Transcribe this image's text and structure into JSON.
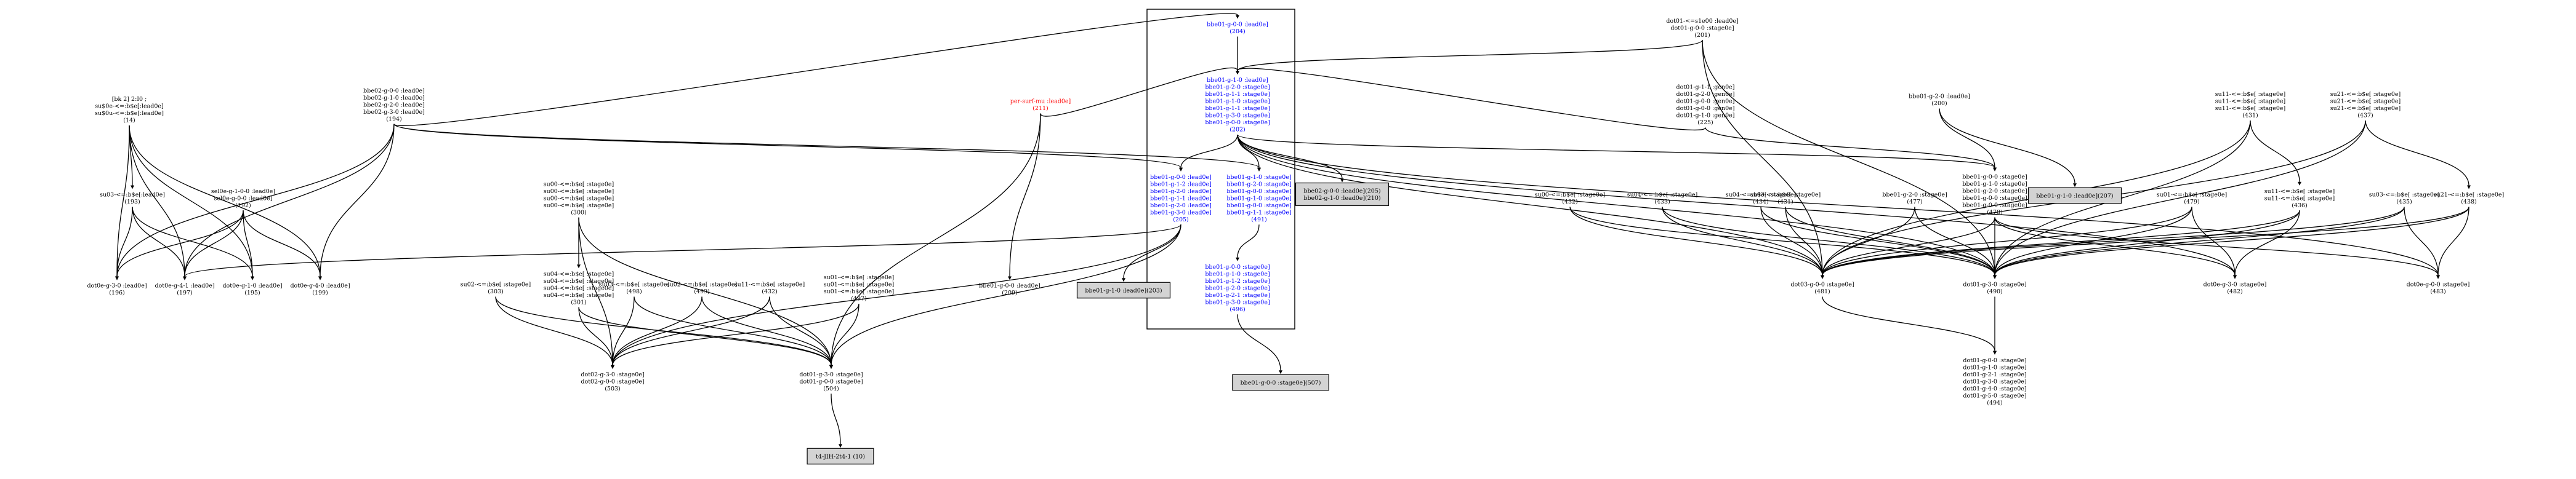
{
  "graph": {
    "colors": {
      "default": "#000000",
      "blue": "#0000ff",
      "red": "#ff0000",
      "box_fill": "#d3d3d3"
    },
    "nodes": [
      {
        "id": "n1",
        "color": "default",
        "lines": [
          "[bk 2] 2:I0 ;",
          "su$0e-<=:b$e[:lead0e]",
          "su$0u-<=:b$e[:lead0e]",
          "(14)"
        ]
      },
      {
        "id": "n2",
        "color": "default",
        "lines": [
          "su03-<=:b$e[:lead0e]",
          "(193)"
        ]
      },
      {
        "id": "n3",
        "color": "default",
        "lines": [
          "sel0e-g-1-0-0 :lead0e]",
          "sel0e-g-0-0 :lead0e]",
          "(192)"
        ]
      },
      {
        "id": "n4",
        "color": "default",
        "lines": [
          "dot0e-g-3-0 :lead0e]",
          "(196)"
        ]
      },
      {
        "id": "n5",
        "color": "default",
        "lines": [
          "dot0e-g-4-1 :lead0e]",
          "(197)"
        ]
      },
      {
        "id": "n6",
        "color": "default",
        "lines": [
          "dot0e-g-1-0 :lead0e]",
          "(195)"
        ]
      },
      {
        "id": "n7",
        "color": "default",
        "lines": [
          "dot0e-g-4-0 :lead0e]",
          "(199)"
        ]
      },
      {
        "id": "n8",
        "color": "default",
        "lines": [
          "bbe02-g-0-0 :lead0e]",
          "bbe02-g-1-0 :lead0e]",
          "bbe02-g-2-0 :lead0e]",
          "bbe02-g-3-0 :lead0e]",
          "(194)"
        ]
      },
      {
        "id": "n9",
        "color": "red",
        "lines": [
          "per-surf-mu :lead0e]",
          "(211)"
        ]
      },
      {
        "id": "n10",
        "color": "default",
        "lines": [
          "su00-<=:b$e[ :stage0e]",
          "su00-<=:b$e[ :stage0e]",
          "su00-<=:b$e[ :stage0e]",
          "su00-<=:b$e[ :stage0e]",
          "(300)"
        ]
      },
      {
        "id": "n11",
        "color": "default",
        "lines": [
          "su04-<=:b$e[ :stage0e]",
          "su04-<=:b$e[ :stage0e]",
          "su04-<=:b$e[ :stage0e]",
          "su04-<=:b$e[ :stage0e]",
          "(301)"
        ]
      },
      {
        "id": "n12",
        "color": "default",
        "lines": [
          "su02-<=:b$e[ :stage0e]",
          "(303)"
        ]
      },
      {
        "id": "n13",
        "color": "default",
        "lines": [
          "su03-<=:b$e[ :stage0e]",
          "(498)"
        ]
      },
      {
        "id": "n14",
        "color": "default",
        "lines": [
          "su02-<=:b$e[ :stage0e]",
          "(499)"
        ]
      },
      {
        "id": "n15",
        "color": "default",
        "lines": [
          "su11-<=:b$e[ :stage0e]",
          "(432)"
        ]
      },
      {
        "id": "n16",
        "color": "default",
        "lines": [
          "su01-<=:b$e[ :stage0e]",
          "su01-<=:b$e[ :stage0e]",
          "su01-<=:b$e[ :stage0e]",
          "(497)"
        ]
      },
      {
        "id": "n17",
        "color": "default",
        "lines": [
          "dot02-g-3-0 :stage0e]",
          "dot02-g-0-0 :stage0e]",
          "(503)"
        ]
      },
      {
        "id": "n18",
        "color": "default",
        "lines": [
          "dot01-g-3-0 :stage0e]",
          "dot01-g-0-0 :stage0e]",
          "(504)"
        ]
      },
      {
        "id": "n19",
        "color": "default",
        "shape": "box",
        "lines": [
          "t4-JIH-2t4-1 (10)"
        ]
      },
      {
        "id": "n20",
        "color": "blue",
        "lines": [
          "bbe01-g-0-0 :lead0e]",
          "(204)"
        ]
      },
      {
        "id": "n21",
        "color": "blue",
        "lines": [
          "bbe01-g-1-0 :lead0e]",
          "bbe01-g-2-0 :stage0e]",
          "bbe01-g-1-1 :stage0e]",
          "bbe01-g-1-0 :stage0e]",
          "bbe01-g-1-1 :stage0e]",
          "bbe01-g-3-0 :stage0e]",
          "bbe01-g-0-0 :stage0e]",
          "(202)"
        ]
      },
      {
        "id": "n22",
        "color": "blue",
        "lines": [
          "bbe01-g-0-0 :lead0e]",
          "bbe01-g-1-2 :lead0e]",
          "bbe01-g-2-0 :lead0e]",
          "bbe01-g-1-1 :lead0e]",
          "bbe01-g-2-0 :lead0e]",
          "bbe01-g-3-0 :lead0e]",
          "(205)"
        ]
      },
      {
        "id": "n23",
        "color": "blue",
        "lines": [
          "bbe01-g-1-0 :stage0e]",
          "bbe01-g-2-0 :stage0e]",
          "bbe01-g-0-0 :stage0e]",
          "bbe01-g-1-0 :stage0e]",
          "bbe01-g-0-0 :stage0e]",
          "bbe01-g-1-1 :stage0e]",
          "(491)"
        ]
      },
      {
        "id": "n24",
        "color": "blue",
        "lines": [
          "bbe01-g-0-0 :stage0e]",
          "bbe01-g-1-0 :stage0e]",
          "bbe01-g-1-2 :stage0e]",
          "bbe01-g-2-0 :stage0e]",
          "bbe01-g-2-1 :stage0e]",
          "bbe01-g-3-0 :stage0e]",
          "(496)"
        ]
      },
      {
        "id": "n25",
        "color": "default",
        "lines": [
          "bbe01-g-0-0 :lead0e]",
          "(209)"
        ]
      },
      {
        "id": "n26",
        "color": "default",
        "shape": "box",
        "lines": [
          "bbe01-g-1-0 :lead0e](203)"
        ]
      },
      {
        "id": "n27",
        "color": "default",
        "shape": "box",
        "lines": [
          "bbe02-g-0-0 :lead0e](205)",
          "bbe02-g-1-0 :lead0e](210)"
        ]
      },
      {
        "id": "n28",
        "color": "default",
        "shape": "box",
        "lines": [
          "bbe01-g-0-0 :stage0e](507)"
        ]
      },
      {
        "id": "n29",
        "color": "default",
        "lines": [
          "dot01-<=s1e00 :lead0e]",
          "dot01-g-0-0 :stage0e]",
          "(201)"
        ]
      },
      {
        "id": "n30",
        "color": "default",
        "lines": [
          "dot01-g-1-1 :gen0e]",
          "dot01-g-2-0 :gen0e]",
          "dot01-g-0-0 :gen0e]",
          "dot01-g-0-0 :gen0e]",
          "dot01-g-1-0 :gen0e]",
          "(225)"
        ]
      },
      {
        "id": "n31",
        "color": "default",
        "lines": [
          "bbe01-g-2-0 :lead0e]",
          "(200)"
        ]
      },
      {
        "id": "n32",
        "color": "default",
        "shape": "box",
        "lines": [
          "bbe01-g-1-0 :lead0e](207)"
        ]
      },
      {
        "id": "n33",
        "color": "default",
        "lines": [
          "bbe01-g-0-0 :stage0e]",
          "bbe01-g-1-0 :stage0e]",
          "bbe01-g-2-0 :stage0e]",
          "bbe01-g-0-0 :stage0e]",
          "bbe01-g-0-0 :stage0e]",
          "(478)"
        ]
      },
      {
        "id": "n34",
        "color": "default",
        "lines": [
          "su11-<=:b$e[ :stage0e]",
          "su11-<=:b$e[ :stage0e]",
          "su11-<=:b$e[ :stage0e]",
          "(431)"
        ]
      },
      {
        "id": "n35",
        "color": "default",
        "lines": [
          "su21-<=:b$e[ :stage0e]",
          "su21-<=:b$e[ :stage0e]",
          "su21-<=:b$e[ :stage0e]",
          "(437)"
        ]
      },
      {
        "id": "n36",
        "color": "default",
        "lines": [
          "su00-<=:b$e[ :stage0e]",
          "(432)"
        ]
      },
      {
        "id": "n37",
        "color": "default",
        "lines": [
          "su04-<=:b$e[ :stage0e]",
          "(433)"
        ]
      },
      {
        "id": "n38",
        "color": "default",
        "lines": [
          "su04-<=:b$e[ :stage0e]",
          "(434)"
        ]
      },
      {
        "id": "n39",
        "color": "default",
        "lines": [
          "su03-<=:b$e[ :stage0e]",
          "(431)"
        ]
      },
      {
        "id": "n40",
        "color": "default",
        "lines": [
          "bbe01-g-2-0 :stage0e]",
          "(477)"
        ]
      },
      {
        "id": "n41",
        "color": "default",
        "lines": [
          "su01-<=:b$e[ :stage0e]",
          "(479)"
        ]
      },
      {
        "id": "n42",
        "color": "default",
        "lines": [
          "su11-<=:b$e[ :stage0e]",
          "su11-<=:b$e[ :stage0e]",
          "(436)"
        ]
      },
      {
        "id": "n43",
        "color": "default",
        "lines": [
          "su03-<=:b$e[ :stage0e]",
          "(435)"
        ]
      },
      {
        "id": "n44",
        "color": "default",
        "lines": [
          "su21-<=:b$e[ :stage0e]",
          "(438)"
        ]
      },
      {
        "id": "n45",
        "color": "default",
        "lines": [
          "dot03-g-0-0 :stage0e]",
          "(481)"
        ]
      },
      {
        "id": "n46",
        "color": "default",
        "lines": [
          "dot01-g-3-0 :stage0e]",
          "(490)"
        ]
      },
      {
        "id": "n47",
        "color": "default",
        "lines": [
          "dot0e-g-3-0 :stage0e]",
          "(482)"
        ]
      },
      {
        "id": "n48",
        "color": "default",
        "lines": [
          "dot0e-g-0-0 :stage0e]",
          "(483)"
        ]
      },
      {
        "id": "n49",
        "color": "default",
        "lines": [
          "dot01-g-0-0 :stage0e]",
          "dot01-g-1-0 :stage0e]",
          "dot01-g-2-1 :stage0e]",
          "dot01-g-3-0 :stage0e]",
          "dot01-g-4-0 :stage0e]",
          "dot01-g-5-0 :stage0e]",
          "(494)"
        ]
      }
    ],
    "edges": [
      {
        "from": "n1",
        "to": "n2"
      },
      {
        "from": "n1",
        "to": "n4"
      },
      {
        "from": "n1",
        "to": "n5"
      },
      {
        "from": "n1",
        "to": "n6"
      },
      {
        "from": "n1",
        "to": "n7"
      },
      {
        "from": "n2",
        "to": "n4"
      },
      {
        "from": "n2",
        "to": "n5"
      },
      {
        "from": "n2",
        "to": "n6"
      },
      {
        "from": "n3",
        "to": "n4"
      },
      {
        "from": "n3",
        "to": "n5"
      },
      {
        "from": "n3",
        "to": "n6"
      },
      {
        "from": "n3",
        "to": "n7"
      },
      {
        "from": "n8",
        "to": "n4"
      },
      {
        "from": "n8",
        "to": "n5"
      },
      {
        "from": "n8",
        "to": "n7"
      },
      {
        "from": "n8",
        "to": "n22"
      },
      {
        "from": "n8",
        "to": "n23"
      },
      {
        "from": "n9",
        "to": "n18"
      },
      {
        "from": "n9",
        "to": "n25"
      },
      {
        "from": "n9",
        "to": "n21"
      },
      {
        "from": "n10",
        "to": "n11"
      },
      {
        "from": "n10",
        "to": "n17"
      },
      {
        "from": "n10",
        "to": "n18"
      },
      {
        "from": "n11",
        "to": "n17"
      },
      {
        "from": "n11",
        "to": "n18"
      },
      {
        "from": "n12",
        "to": "n17"
      },
      {
        "from": "n12",
        "to": "n18"
      },
      {
        "from": "n13",
        "to": "n17"
      },
      {
        "from": "n13",
        "to": "n18"
      },
      {
        "from": "n14",
        "to": "n17"
      },
      {
        "from": "n14",
        "to": "n18"
      },
      {
        "from": "n15",
        "to": "n17"
      },
      {
        "from": "n15",
        "to": "n18"
      },
      {
        "from": "n16",
        "to": "n17"
      },
      {
        "from": "n16",
        "to": "n18"
      },
      {
        "from": "n18",
        "to": "n19"
      },
      {
        "from": "n20",
        "to": "n21"
      },
      {
        "from": "n8",
        "to": "n20"
      },
      {
        "from": "n21",
        "to": "n22"
      },
      {
        "from": "n21",
        "to": "n23"
      },
      {
        "from": "n21",
        "to": "n27"
      },
      {
        "from": "n22",
        "to": "n26"
      },
      {
        "from": "n22",
        "to": "n5"
      },
      {
        "from": "n22",
        "to": "n18"
      },
      {
        "from": "n22",
        "to": "n17"
      },
      {
        "from": "n23",
        "to": "n24"
      },
      {
        "from": "n24",
        "to": "n28"
      },
      {
        "from": "n29",
        "to": "n21"
      },
      {
        "from": "n29",
        "to": "n45"
      },
      {
        "from": "n29",
        "to": "n46"
      },
      {
        "from": "n30",
        "to": "n33"
      },
      {
        "from": "n30",
        "to": "n21"
      },
      {
        "from": "n31",
        "to": "n33"
      },
      {
        "from": "n31",
        "to": "n32"
      },
      {
        "from": "n21",
        "to": "n33"
      },
      {
        "from": "n21",
        "to": "n45"
      },
      {
        "from": "n21",
        "to": "n46"
      },
      {
        "from": "n21",
        "to": "n47"
      },
      {
        "from": "n21",
        "to": "n48"
      },
      {
        "from": "n33",
        "to": "n45"
      },
      {
        "from": "n33",
        "to": "n46"
      },
      {
        "from": "n33",
        "to": "n47"
      },
      {
        "from": "n33",
        "to": "n48"
      },
      {
        "from": "n34",
        "to": "n42"
      },
      {
        "from": "n34",
        "to": "n45"
      },
      {
        "from": "n34",
        "to": "n46"
      },
      {
        "from": "n35",
        "to": "n44"
      },
      {
        "from": "n35",
        "to": "n45"
      },
      {
        "from": "n35",
        "to": "n46"
      },
      {
        "from": "n36",
        "to": "n45"
      },
      {
        "from": "n36",
        "to": "n46"
      },
      {
        "from": "n37",
        "to": "n45"
      },
      {
        "from": "n37",
        "to": "n46"
      },
      {
        "from": "n38",
        "to": "n45"
      },
      {
        "from": "n38",
        "to": "n46"
      },
      {
        "from": "n39",
        "to": "n45"
      },
      {
        "from": "n39",
        "to": "n46"
      },
      {
        "from": "n40",
        "to": "n45"
      },
      {
        "from": "n40",
        "to": "n46"
      },
      {
        "from": "n41",
        "to": "n45"
      },
      {
        "from": "n41",
        "to": "n46"
      },
      {
        "from": "n41",
        "to": "n47"
      },
      {
        "from": "n42",
        "to": "n45"
      },
      {
        "from": "n42",
        "to": "n46"
      },
      {
        "from": "n42",
        "to": "n47"
      },
      {
        "from": "n43",
        "to": "n45"
      },
      {
        "from": "n43",
        "to": "n46"
      },
      {
        "from": "n43",
        "to": "n48"
      },
      {
        "from": "n44",
        "to": "n45"
      },
      {
        "from": "n44",
        "to": "n46"
      },
      {
        "from": "n44",
        "to": "n48"
      },
      {
        "from": "n46",
        "to": "n49"
      },
      {
        "from": "n45",
        "to": "n49"
      }
    ]
  }
}
